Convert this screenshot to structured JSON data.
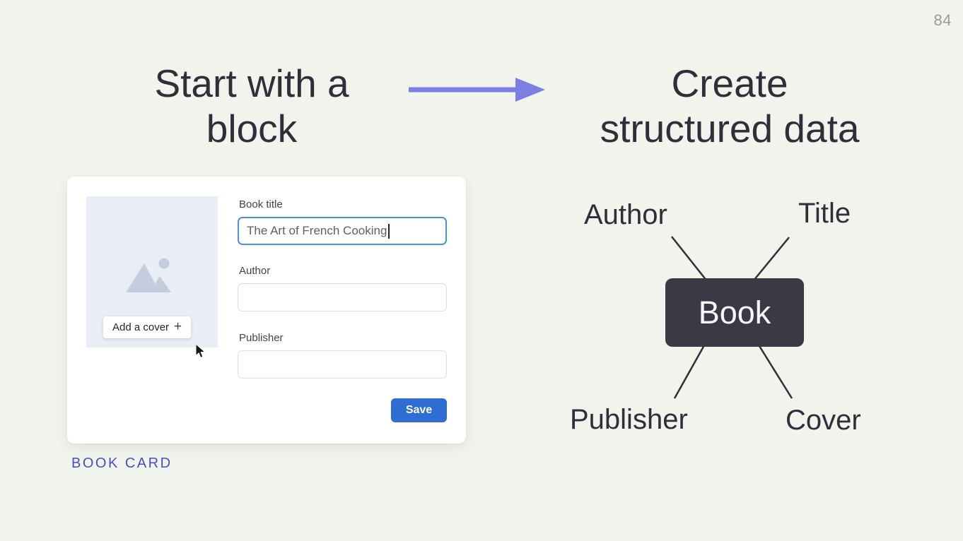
{
  "page_number": "84",
  "left_panel": {
    "heading_line1": "Start with a",
    "heading_line2": "block",
    "caption": "BOOK CARD",
    "card": {
      "add_cover_label": "Add a cover",
      "add_cover_plus": "+",
      "fields": {
        "book_title": {
          "label": "Book title",
          "value": "The Art of French Cooking"
        },
        "author": {
          "label": "Author",
          "value": ""
        },
        "publisher": {
          "label": "Publisher",
          "value": ""
        }
      },
      "save_label": "Save"
    }
  },
  "right_panel": {
    "heading_line1": "Create",
    "heading_line2": "structured data",
    "diagram": {
      "center_label": "Book",
      "node_top_left": "Author",
      "node_top_right": "Title",
      "node_bottom_left": "Publisher",
      "node_bottom_right": "Cover"
    }
  },
  "icons": {
    "arrow_right": "arrow-right",
    "image_placeholder": "image-placeholder",
    "plus": "plus",
    "mouse_cursor": "mouse-pointer",
    "text_caret": "text-caret"
  },
  "colors": {
    "background": "#f1f3ed",
    "heading_text": "#2e2f39",
    "accent_arrow": "#7b7fe1",
    "caption_purple": "#5449c0",
    "save_button_blue": "#2e6ed2",
    "book_box_dark": "#3a3a46",
    "focused_input_border": "#4d90d9",
    "cover_placeholder": "#e9edf6",
    "cover_icon_gray": "#c3cdde"
  }
}
